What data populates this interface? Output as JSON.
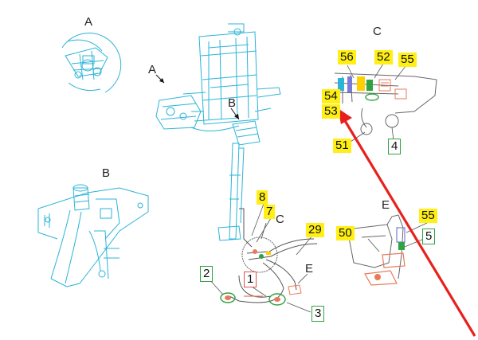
{
  "views": {
    "A": "A",
    "B": "B",
    "C": "C",
    "E": "E"
  },
  "pointers": {
    "A": "A",
    "B": "B",
    "C": "C",
    "E": "E"
  },
  "callouts": {
    "c56": "56",
    "c52": "52",
    "c55a": "55",
    "c54": "54",
    "c53": "53",
    "c51": "51",
    "c4": "4",
    "c8": "8",
    "c7": "7",
    "c29": "29",
    "c2": "2",
    "c1": "1",
    "c3": "3",
    "c50": "50",
    "c55b": "55",
    "c5": "5"
  },
  "colors": {
    "cyan": "#2bb4d8",
    "yellow": "#ffef14",
    "green_box": "#2fa341",
    "red_box": "#d9534f",
    "arrow": "#e8201c",
    "orange_part": "#e87a5a"
  }
}
